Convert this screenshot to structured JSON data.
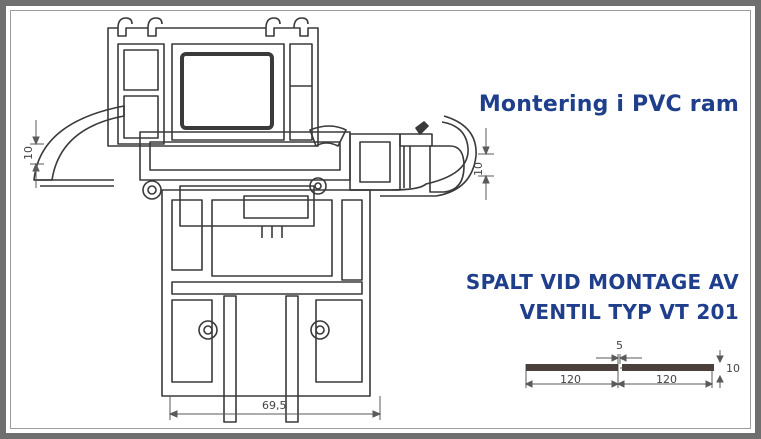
{
  "titles": {
    "mounting": "Montering i PVC ram",
    "gap_line1": "SPALT VID MONTAGE AV",
    "gap_line2": "VENTIL TYP VT 201"
  },
  "dimensions": {
    "left_height": "10",
    "right_height": "10",
    "bottom_width": "69,5",
    "detail_gap": "5",
    "detail_thickness": "10",
    "detail_left_length": "120",
    "detail_right_length": "120"
  },
  "colors": {
    "heading": "#1f3f8c",
    "border": "#6f6f70",
    "line": "#3a3a3a",
    "plate": "#4a3f3a"
  }
}
